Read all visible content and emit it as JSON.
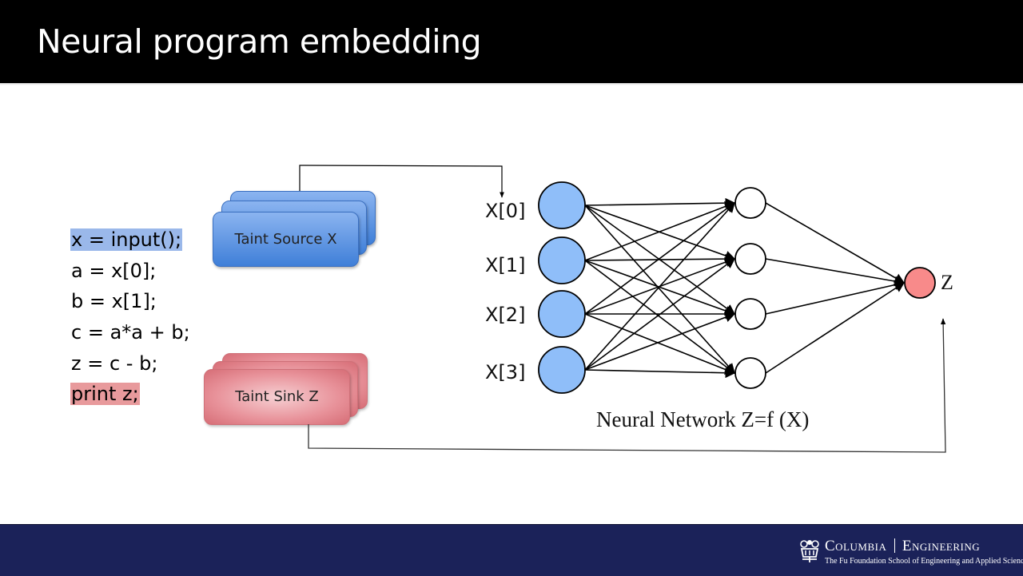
{
  "slide": {
    "title": "Neural program embedding"
  },
  "code": {
    "lines": [
      {
        "text": "x = input();",
        "highlight": "source"
      },
      {
        "text": "a = x[0];",
        "highlight": "none"
      },
      {
        "text": "b = x[1];",
        "highlight": "none"
      },
      {
        "text": "c = a*a + b;",
        "highlight": "none"
      },
      {
        "text": "z = c - b;",
        "highlight": "none"
      },
      {
        "text": "print z;",
        "highlight": "sink"
      }
    ]
  },
  "taint_source": {
    "label": "Taint Source X",
    "color": "#4a86dc"
  },
  "taint_sink": {
    "label": "Taint Sink Z",
    "color": "#e8929a"
  },
  "network": {
    "input_labels": [
      "X[0]",
      "X[1]",
      "X[2]",
      "X[3]"
    ],
    "input_color": "#8fbef9",
    "hidden_count": 4,
    "output_label": "Z",
    "output_color": "#f88a8a",
    "caption": "Neural Network Z=f (X)"
  },
  "footer": {
    "brand_left": "Columbia",
    "brand_right": "Engineering",
    "subtitle": "The Fu Foundation School of Engineering and Applied Science",
    "background": "#1b2259"
  }
}
